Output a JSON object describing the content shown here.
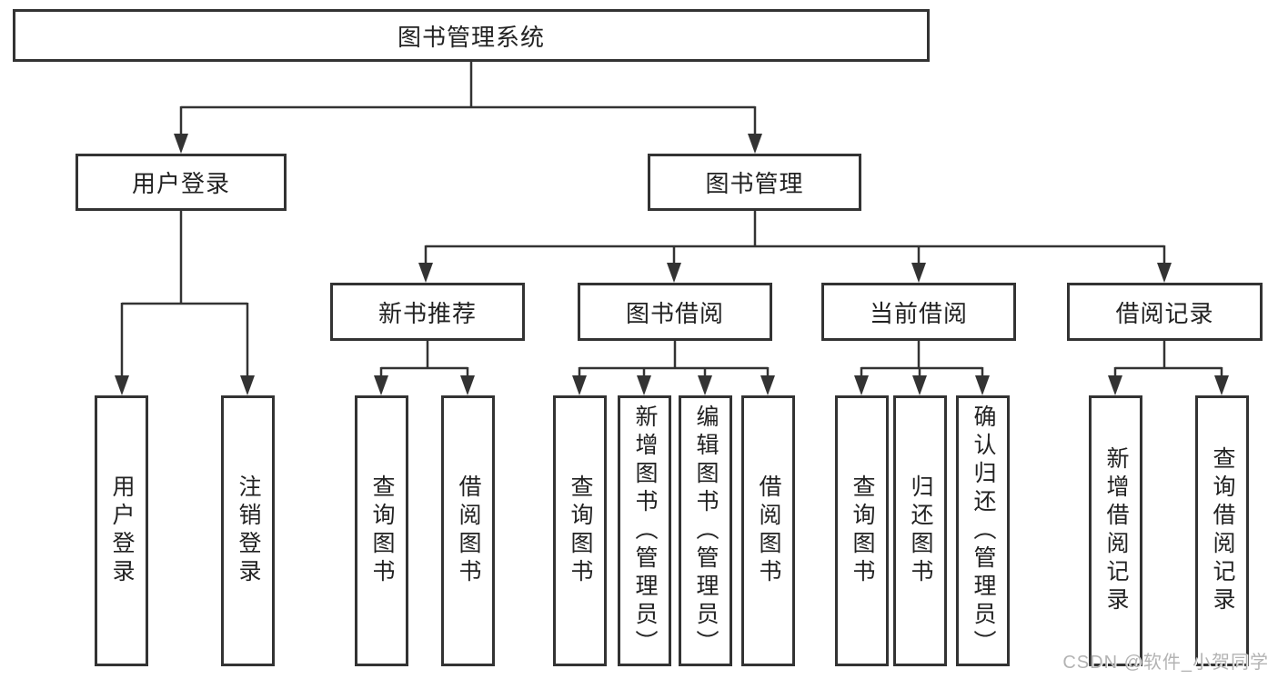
{
  "tree": {
    "root": {
      "label": "图书管理系统",
      "children": [
        {
          "label": "用户登录",
          "children": [
            {
              "label": "用户登录"
            },
            {
              "label": "注销登录"
            }
          ]
        },
        {
          "label": "图书管理",
          "children": [
            {
              "label": "新书推荐",
              "children": [
                {
                  "label": "查询图书"
                },
                {
                  "label": "借阅图书"
                }
              ]
            },
            {
              "label": "图书借阅",
              "children": [
                {
                  "label": "查询图书"
                },
                {
                  "label": "新增图书（管理员）"
                },
                {
                  "label": "编辑图书（管理员）"
                },
                {
                  "label": "借阅图书"
                }
              ]
            },
            {
              "label": "当前借阅",
              "children": [
                {
                  "label": "查询图书"
                },
                {
                  "label": "归还图书"
                },
                {
                  "label": "确认归还（管理员）"
                }
              ]
            },
            {
              "label": "借阅记录",
              "children": [
                {
                  "label": "新增借阅记录"
                },
                {
                  "label": "查询借阅记录"
                }
              ]
            }
          ]
        }
      ]
    }
  },
  "watermark": {
    "text": "CSDN @软件_小贺同学"
  },
  "colors": {
    "line": "#333333",
    "box_border": "#333333",
    "text": "#222222",
    "watermark": "#b3b3b3",
    "background": "#ffffff"
  }
}
